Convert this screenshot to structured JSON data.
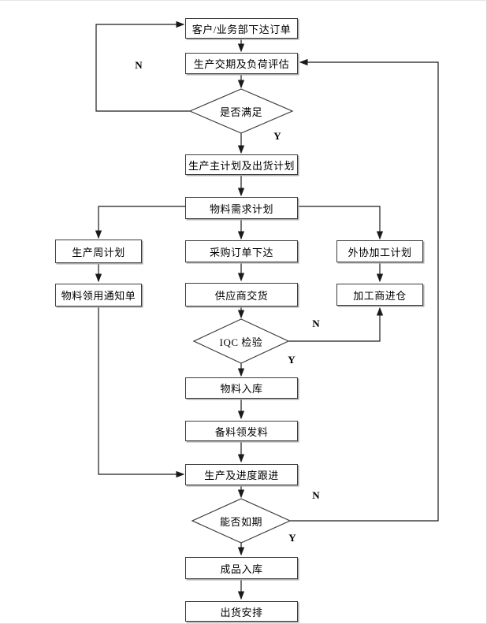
{
  "page": {
    "background": "#ffffff",
    "edge_border_color": "#d9d9d9"
  },
  "diagram": {
    "type": "flowchart",
    "line_color": "#1a1a1a",
    "box_border_color": "#3c3c3c",
    "nodes": {
      "customer_order": "客户/业务部下达订单",
      "load_evaluation": "生产交期及负荷评估",
      "satisfied": "是否满足",
      "master_plan": "生产主计划及出货计划",
      "mrp": "物料需求计划",
      "weekly_plan": "生产周计划",
      "purchase_order": "采购订单下达",
      "outsourcing_plan": "外协加工计划",
      "material_notice": "物料领用通知单",
      "supplier_delivery": "供应商交货",
      "processor_in": "加工商进仓",
      "iqc_check": "IQC 检验",
      "material_in": "物料入库",
      "material_issue": "备料领发料",
      "production_follow": "生产及进度跟进",
      "on_schedule": "能否如期",
      "finished_in": "成品入库",
      "shipping": "出货安排"
    },
    "edge_labels": {
      "n_reject": "N",
      "y_satisfied": "Y",
      "n_iqc": "N",
      "y_iqc": "Y",
      "n_schedule": "N",
      "y_schedule": "Y"
    }
  }
}
